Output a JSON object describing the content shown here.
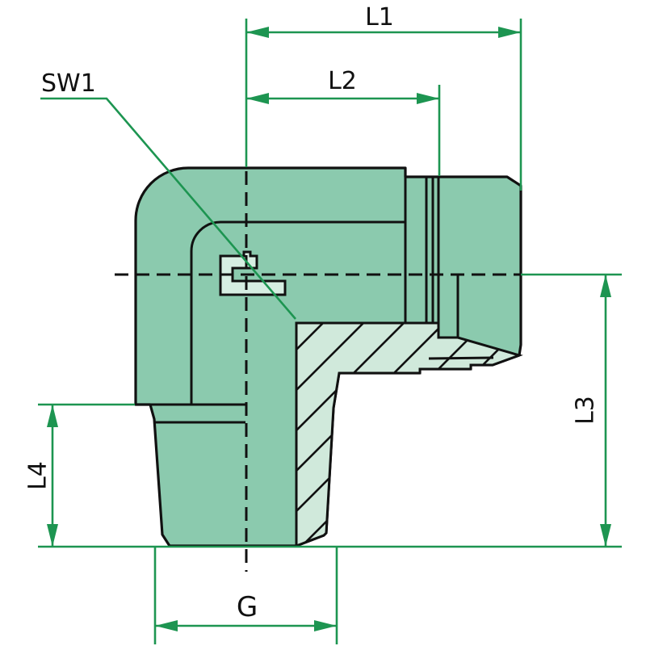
{
  "drawing": {
    "subject": "90-degree male stud elbow fitting, part-section technical drawing",
    "labels": {
      "l1": "L1",
      "l2": "L2",
      "sw1": "SW1",
      "l3": "L3",
      "l4": "L4",
      "g": "G"
    },
    "colors": {
      "body_fill": "#8bcaae",
      "section_fill": "#d0e9db",
      "detail_fill": "#d6eee2",
      "dimension_green": "#1d9551",
      "outline_black": "#111111",
      "background": "#ffffff"
    }
  }
}
